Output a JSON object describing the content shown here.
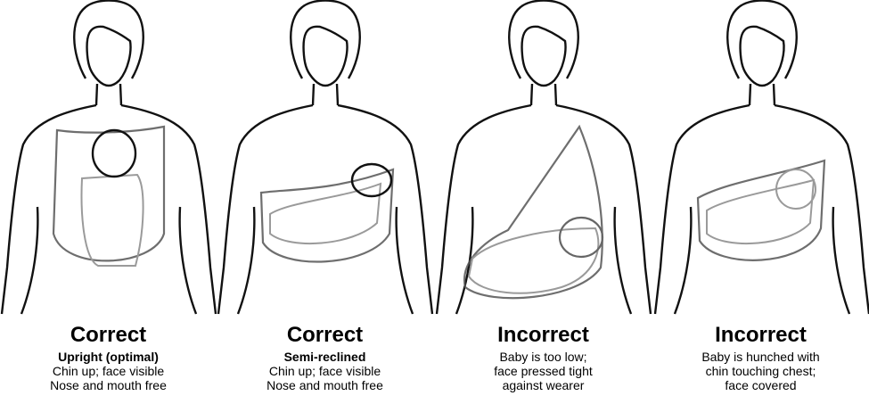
{
  "panels": [
    {
      "verdict": "Correct",
      "lines": [
        "Upright (optimal)",
        "Chin up; face visible",
        "Nose and mouth free"
      ],
      "bold_first_line": true
    },
    {
      "verdict": "Correct",
      "lines": [
        "Semi-reclined",
        "Chin up; face visible",
        "Nose and mouth free"
      ],
      "bold_first_line": true
    },
    {
      "verdict": "Incorrect",
      "lines": [
        "Baby is too low;",
        "face pressed tight",
        "against wearer"
      ],
      "bold_first_line": false
    },
    {
      "verdict": "Incorrect",
      "lines": [
        "Baby is hunched with",
        "chin touching chest;",
        "face covered"
      ],
      "bold_first_line": false
    }
  ],
  "colors": {
    "outline": "#111111",
    "sling": "#555555",
    "baby": "#9a9a9a"
  }
}
